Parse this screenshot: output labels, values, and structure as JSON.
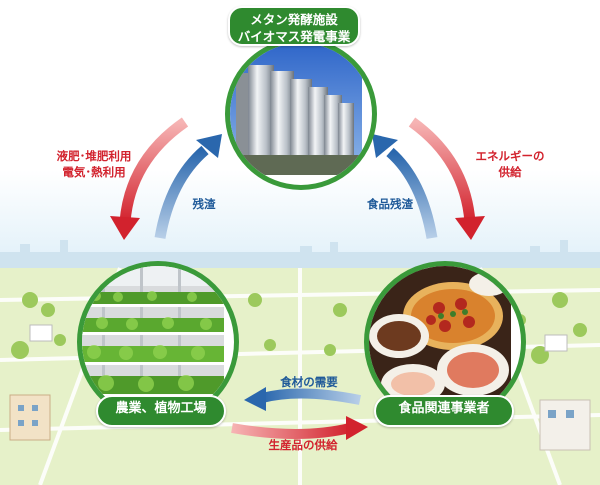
{
  "nodes": {
    "top": {
      "line1": "メタン発酵施設",
      "line2": "バイオマス発電事業"
    },
    "left": {
      "label": "農業、植物工場"
    },
    "right": {
      "label": "食品関連事業者"
    }
  },
  "flows": {
    "left_out": {
      "line1": "液肥･堆肥利用",
      "line2": "電気･熱利用"
    },
    "left_in": {
      "label": "残渣"
    },
    "right_in": {
      "label": "食品残渣"
    },
    "right_out": {
      "line1": "エネルギーの",
      "line2": "供給"
    },
    "bottom_top": {
      "label": "食材の需要"
    },
    "bottom_bottom": {
      "label": "生産品の供給"
    }
  },
  "colors": {
    "circle_border": "#3a9a3a",
    "pill_green": "#2f8a2f",
    "red_arrow": "#d2222d",
    "blue_arrow": "#2a67ad"
  },
  "icons": {
    "top": "biogas-silo-image",
    "left": "plant-factory-image",
    "right": "food-dishes-image"
  }
}
